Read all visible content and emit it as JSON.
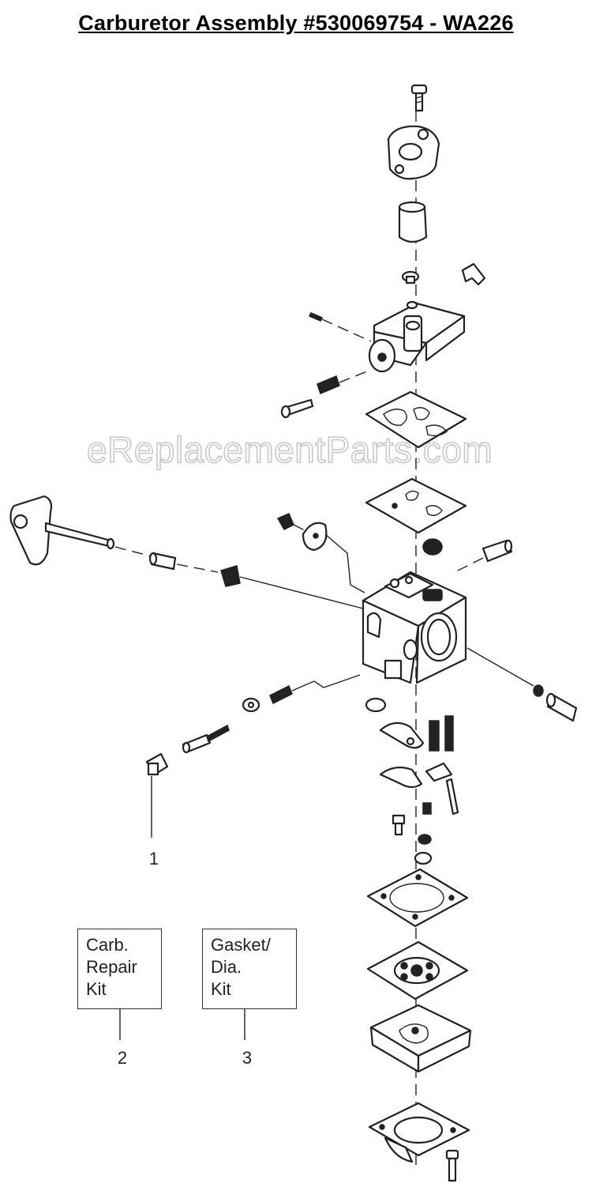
{
  "title": "Carburetor Assembly  #530069754 - WA226",
  "watermark": "eReplacementParts.com",
  "callouts": {
    "c1": "1",
    "c2": "2",
    "c3": "3"
  },
  "kits": {
    "repair": {
      "line1": "Carb.",
      "line2": "Repair",
      "line3": "Kit"
    },
    "gasket": {
      "line1": "Gasket/",
      "line2": "Dia.",
      "line3": "Kit"
    }
  }
}
